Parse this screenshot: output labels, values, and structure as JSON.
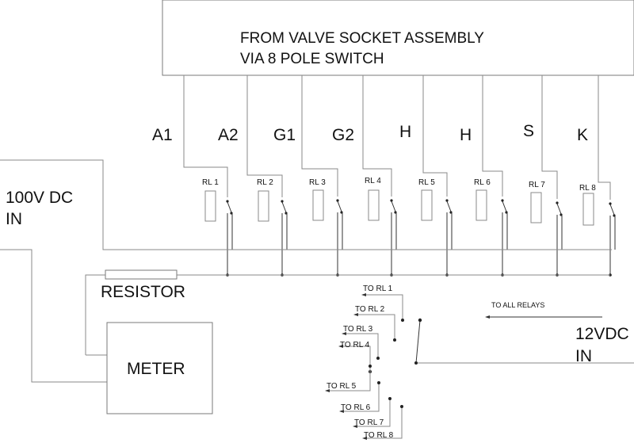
{
  "colors": {
    "wire": "#8a8a8a",
    "text": "#111111",
    "background": "#ffffff"
  },
  "header": {
    "line1": "FROM VALVE SOCKET ASSEMBLY",
    "line2": "VIA 8 POLE SWITCH"
  },
  "pins": [
    "A1",
    "A2",
    "G1",
    "G2",
    "H",
    "H",
    "S",
    "K"
  ],
  "relays": [
    "RL 1",
    "RL 2",
    "RL 3",
    "RL 4",
    "RL 5",
    "RL 6",
    "RL 7",
    "RL 8"
  ],
  "supply_hv": {
    "line1": "100V DC",
    "line2": "IN"
  },
  "supply_lv": {
    "line1": "12VDC",
    "line2": "IN"
  },
  "resistor_label": "RESISTOR",
  "meter_label": "METER",
  "to_all_relays": "TO ALL RELAYS",
  "selector_outputs": [
    "TO RL 1",
    "TO RL 2",
    "TO RL 3",
    "TO RL 4",
    "TO RL 5",
    "TO RL 6",
    "TO RL 7",
    "TO RL 8"
  ]
}
